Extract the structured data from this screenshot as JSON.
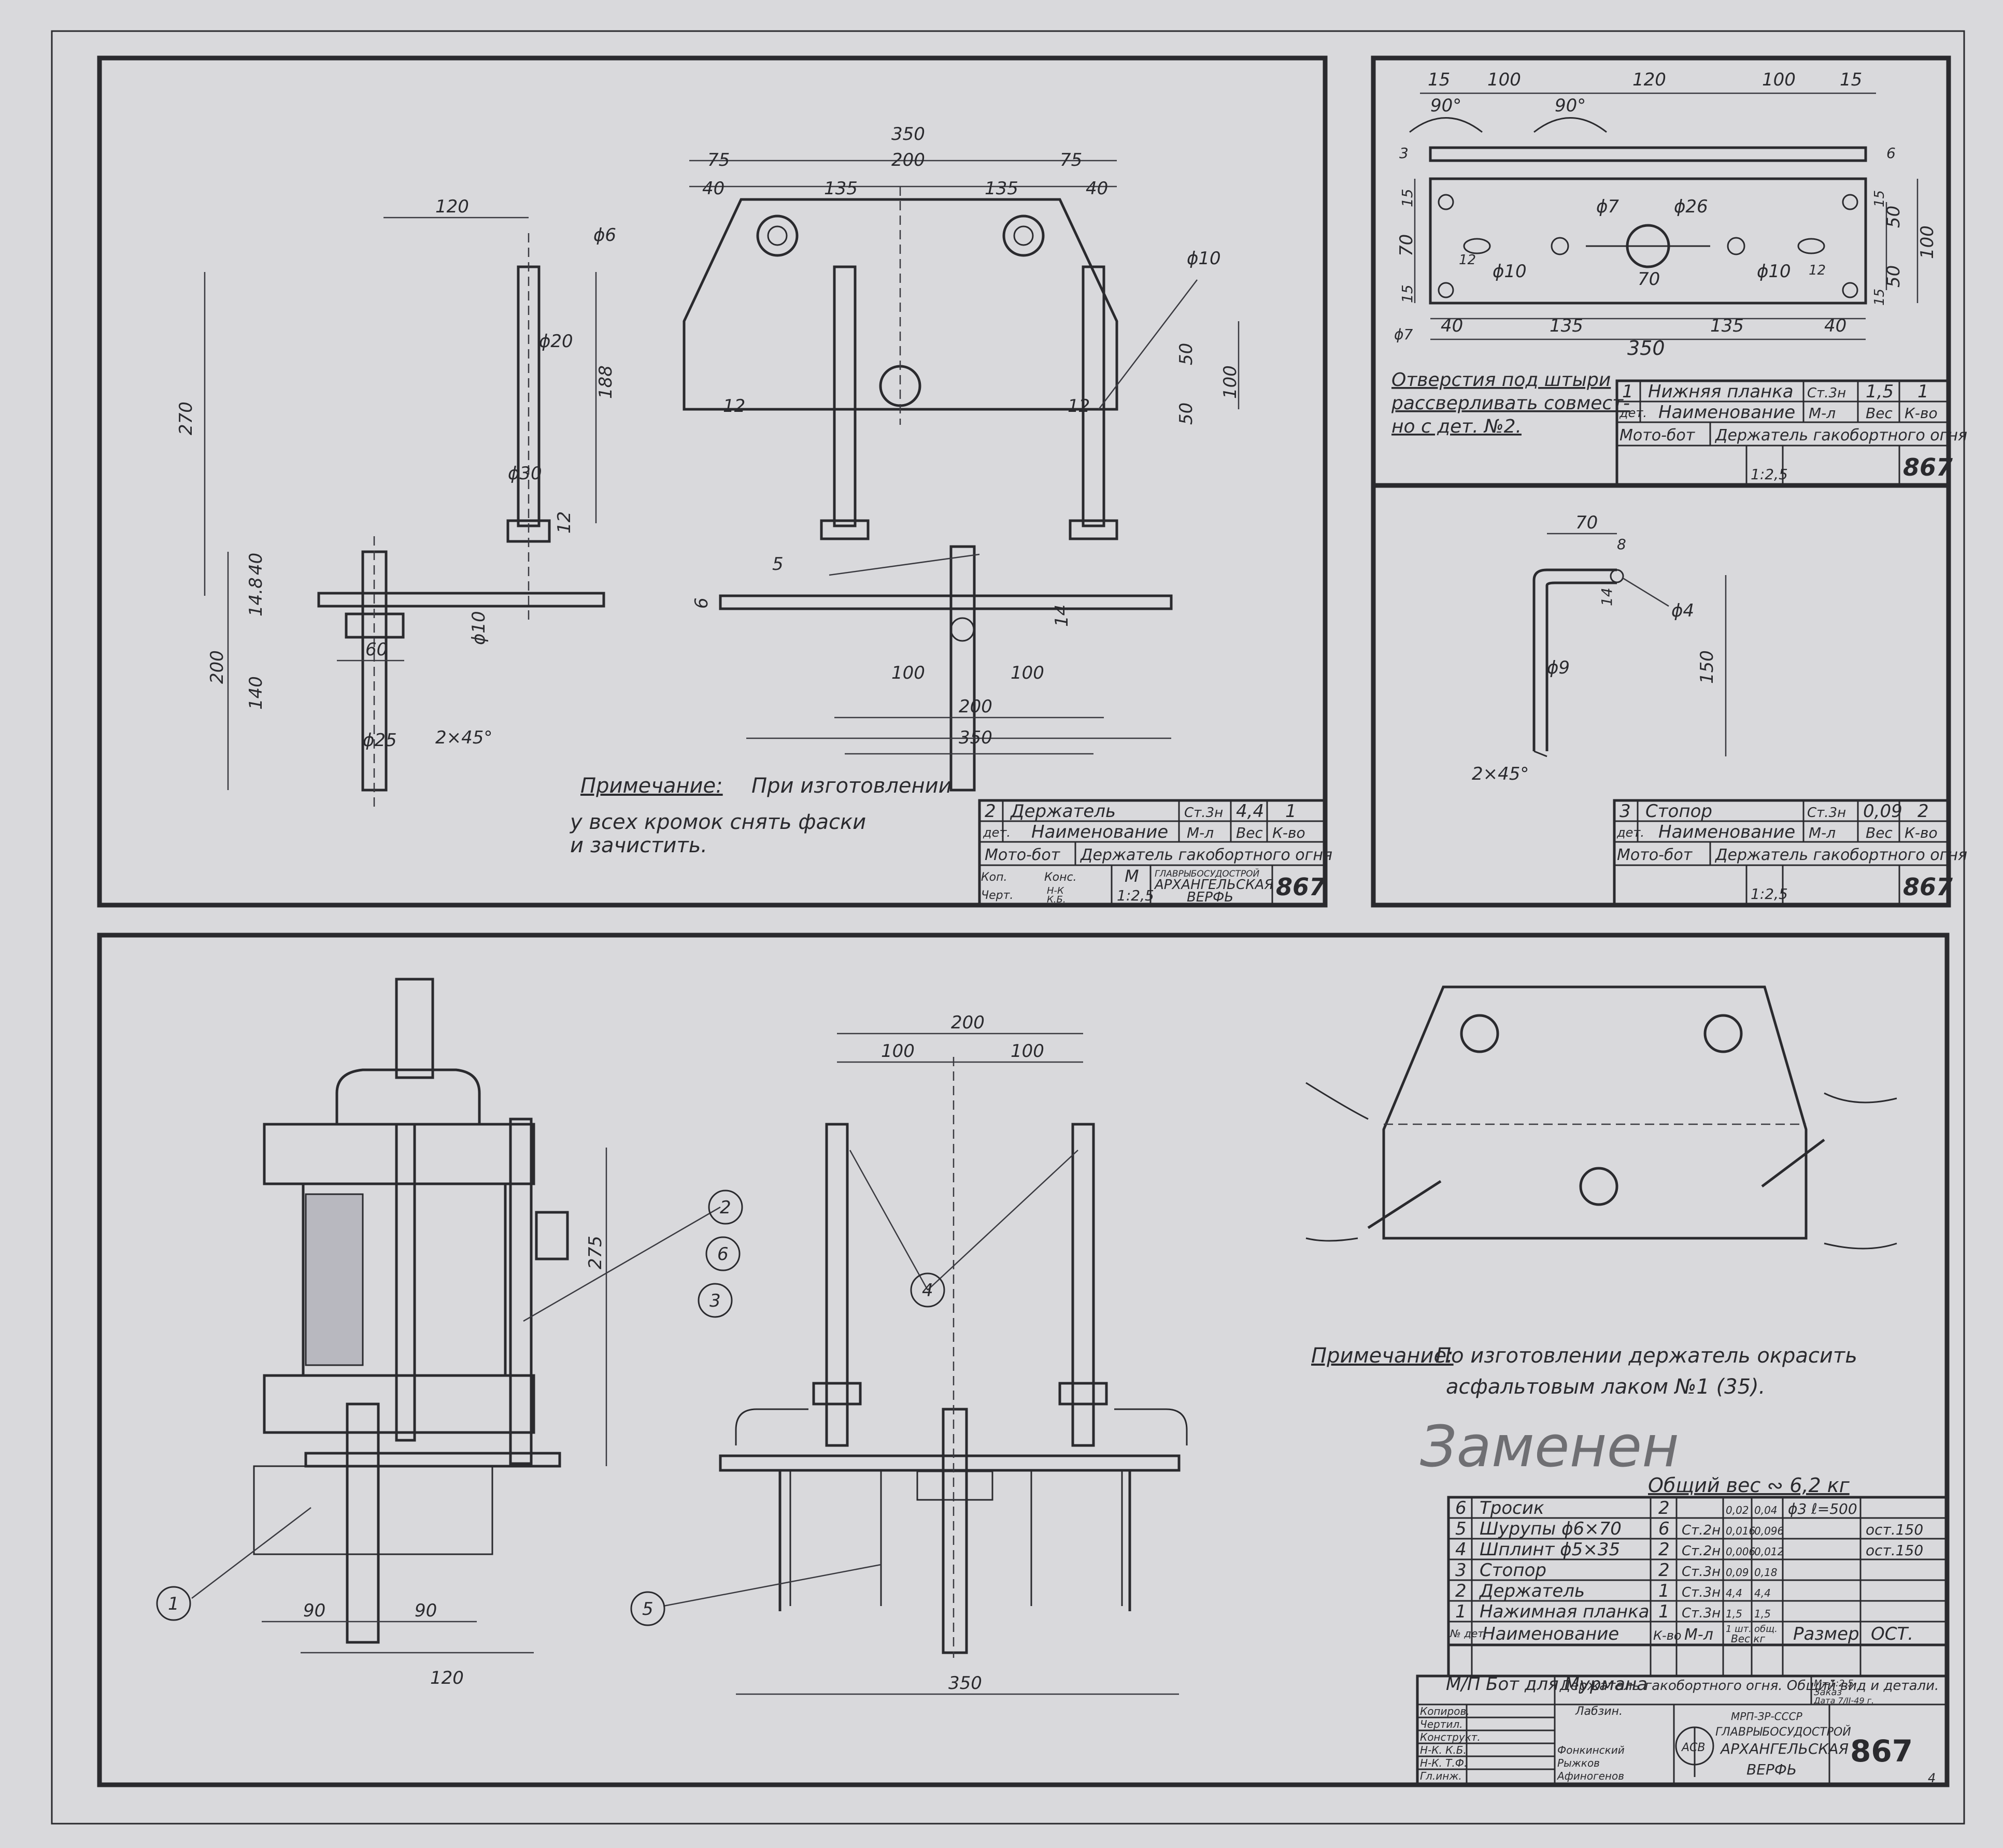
{
  "top_left": {
    "dims_side": [
      "120",
      "ϕ6",
      "ϕ20",
      "270",
      "188",
      "ϕ30",
      "12",
      "40",
      "14.8",
      "200",
      "140",
      "60",
      "ϕ10",
      "ϕ25",
      "2×45°"
    ],
    "dims_front": [
      "350",
      "75",
      "200",
      "75",
      "40",
      "135",
      "135",
      "40",
      "ϕ10",
      "50",
      "50",
      "100",
      "12",
      "12",
      "5",
      "6",
      "14",
      "100",
      "100",
      "200",
      "350"
    ],
    "note_label": "Примечание:",
    "note_lines": [
      "При изготовлении",
      "у всех кромок снять фаски",
      "и зачистить."
    ],
    "title_block": {
      "item_no": "2",
      "item_name": "Держатель",
      "material": "Ст.3н",
      "weight": "4,4",
      "qty": "1",
      "hdr_det": "дет.",
      "hdr_name": "Наименование",
      "hdr_mat": "М-л",
      "hdr_weight": "Вес",
      "hdr_qty": "К-во",
      "project": "Мото-бот",
      "assembly": "Держатель гакобортного огня",
      "kop": "Коп.",
      "cher": "Черт.",
      "kons": "Конс.",
      "nk": "Н-К",
      "kb": "К.Б.",
      "scale_label": "М",
      "scale": "1:2,5",
      "org": [
        "ГЛАВРЫБОСУДОСТРОЙ",
        "АРХАНГЕЛЬСКАЯ",
        "ВЕРФЬ"
      ],
      "sheet_no": "867"
    }
  },
  "top_right": {
    "dims": [
      "15",
      "100",
      "120",
      "100",
      "15",
      "90°",
      "90°",
      "3",
      "6",
      "15",
      "70",
      "15",
      "ϕ7",
      "ϕ26",
      "ϕ10",
      "12",
      "70",
      "ϕ10",
      "12",
      "15",
      "50",
      "50",
      "100",
      "15",
      "40",
      "135",
      "135",
      "40",
      "350",
      "ϕ7"
    ],
    "note_lines": [
      "Отверстия под штыри",
      "рассверливать совмест-",
      "но с дет. №2."
    ],
    "title_block": {
      "item_no": "1",
      "item_name": "Нижняя планка",
      "material": "Ст.3н",
      "weight": "1,5",
      "qty": "1",
      "hdr_det": "дет.",
      "hdr_name": "Наименование",
      "hdr_mat": "М-л",
      "hdr_weight": "Вес",
      "hdr_qty": "К-во",
      "project": "Мото-бот",
      "assembly": "Держатель гакобортного огня",
      "scale": "1:2,5",
      "sheet_no": "867"
    }
  },
  "mid_right": {
    "dims": [
      "70",
      "8",
      "14",
      "ϕ4",
      "150",
      "ϕ9",
      "2×45°"
    ],
    "title_block": {
      "item_no": "3",
      "item_name": "Стопор",
      "material": "Ст.3н",
      "weight": "0,09",
      "qty": "2",
      "hdr_det": "дет.",
      "hdr_name": "Наименование",
      "hdr_mat": "М-л",
      "hdr_weight": "Вес",
      "hdr_qty": "К-во",
      "project": "Мото-бот",
      "assembly": "Держатель гакобортного огня",
      "scale": "1:2,5",
      "sheet_no": "867"
    }
  },
  "bottom": {
    "dims": [
      "275",
      "90",
      "90",
      "120",
      "200",
      "100",
      "100",
      "350"
    ],
    "balloons": [
      "1",
      "2",
      "3",
      "4",
      "5",
      "6"
    ],
    "note_label": "Примечание:",
    "note_lines": [
      "По изготовлении держатель окрасить",
      "асфальтовым лаком №1 (35)."
    ],
    "signature": "Заменен",
    "total_weight": "Общий вес ∾ 6,2 кг",
    "parts": [
      {
        "no": "6",
        "name": "Тросик",
        "qty": "2",
        "mat": "",
        "w1": "0,02",
        "w2": "0,04",
        "size": "ϕ3 ℓ=500",
        "std": ""
      },
      {
        "no": "5",
        "name": "Шурупы ϕ6×70",
        "qty": "6",
        "mat": "Ст.2н",
        "w1": "0,016",
        "w2": "0,096",
        "size": "",
        "std": "ост.150"
      },
      {
        "no": "4",
        "name": "Шплинт ϕ5×35",
        "qty": "2",
        "mat": "Ст.2н",
        "w1": "0,006",
        "w2": "0,012",
        "size": "",
        "std": "ост.150"
      },
      {
        "no": "3",
        "name": "Стопор",
        "qty": "2",
        "mat": "Ст.3н",
        "w1": "0,09",
        "w2": "0,18",
        "size": "",
        "std": ""
      },
      {
        "no": "2",
        "name": "Держатель",
        "qty": "1",
        "mat": "Ст.3н",
        "w1": "4,4",
        "w2": "4,4",
        "size": "",
        "std": ""
      },
      {
        "no": "1",
        "name": "Нажимная планка",
        "qty": "1",
        "mat": "Ст.3н",
        "w1": "1,5",
        "w2": "1,5",
        "size": "",
        "std": ""
      }
    ],
    "header": {
      "no": "№ дет.",
      "name": "Наименование",
      "qty": "К-во",
      "mat": "М-л",
      "w1": "1 шт.",
      "w2": "общ.",
      "wlabel": "Вес кг",
      "size": "Размер",
      "std": "ОСТ."
    },
    "title": {
      "project": "М/П Бот для Мурмана",
      "assembly": "Держатель гакобортного огня. Общий вид и детали.",
      "scale": "М=1:2,5",
      "order": "Заказ",
      "date": "Дата 7/II-49 г.",
      "roles": [
        "Копиров.",
        "Чертил.",
        "Конструкт.",
        "Н-К. К.Б.",
        "Н-К. Т.Ф.",
        "Гл.инж."
      ],
      "names": [
        "Лабзин.",
        "Фонкинский",
        "Рыжков",
        "Афиногенов"
      ],
      "org": [
        "МРП-ЗР-СССР",
        "ГЛАВРЫБОСУДОСТРОЙ",
        "АРХАНГЕЛЬСКАЯ",
        "ВЕРФЬ"
      ],
      "logo": "АСВ",
      "sheet_no": "867",
      "sheet_small": "4"
    }
  }
}
